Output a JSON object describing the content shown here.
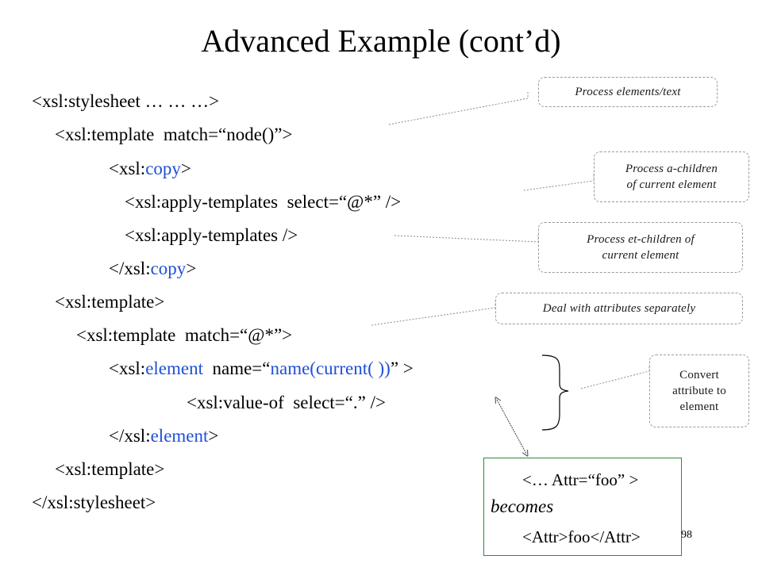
{
  "slide": {
    "title": "Advanced Example (cont’d)",
    "page_number": "98"
  },
  "code": [
    [
      {
        "text": "<xsl:stylesheet … … …>"
      }
    ],
    [
      {
        "text": "<xsl:template  match=“node()”>"
      }
    ],
    [
      {
        "text": "<xsl:"
      },
      {
        "text": "copy",
        "color": "blue"
      },
      {
        "text": ">"
      }
    ],
    [
      {
        "text": "<xsl:apply-templates  select=“@*” />"
      }
    ],
    [
      {
        "text": "<xsl:apply-templates />"
      }
    ],
    [
      {
        "text": "</xsl:"
      },
      {
        "text": "copy",
        "color": "blue"
      },
      {
        "text": ">"
      }
    ],
    [
      {
        "text": "<xsl:template>"
      }
    ],
    [
      {
        "text": "<xsl:template  match=“@*”>"
      }
    ],
    [
      {
        "text": "<xsl:"
      },
      {
        "text": "element",
        "color": "blue"
      },
      {
        "text": "  name=“"
      },
      {
        "text": "name(current( ))",
        "color": "blue"
      },
      {
        "text": "” >"
      }
    ],
    [
      {
        "text": "<xsl:value-of  select=“.” />"
      }
    ],
    [
      {
        "text": "</xsl:"
      },
      {
        "text": "element",
        "color": "blue"
      },
      {
        "text": ">"
      }
    ],
    [
      {
        "text": "<xsl:template>"
      }
    ],
    [
      {
        "text": "</xsl:stylesheet>"
      }
    ]
  ],
  "callouts": [
    {
      "lines": [
        "Process elements/text"
      ]
    },
    {
      "lines": [
        "Process a-children",
        "of current element"
      ]
    },
    {
      "lines": [
        "Process et-children of",
        "current element"
      ]
    },
    {
      "lines": [
        "Deal with attributes separately"
      ]
    },
    {
      "lines": [
        "Convert",
        "attribute to",
        "element"
      ]
    }
  ],
  "example": {
    "line1": "<… Attr=“foo” >",
    "line2": "becomes",
    "line3": "<Attr>foo</Attr>"
  },
  "colors": {
    "keyword_blue": "#1f4fd6",
    "example_border": "#2e8b3a",
    "callout_border": "#9a9a9a"
  }
}
